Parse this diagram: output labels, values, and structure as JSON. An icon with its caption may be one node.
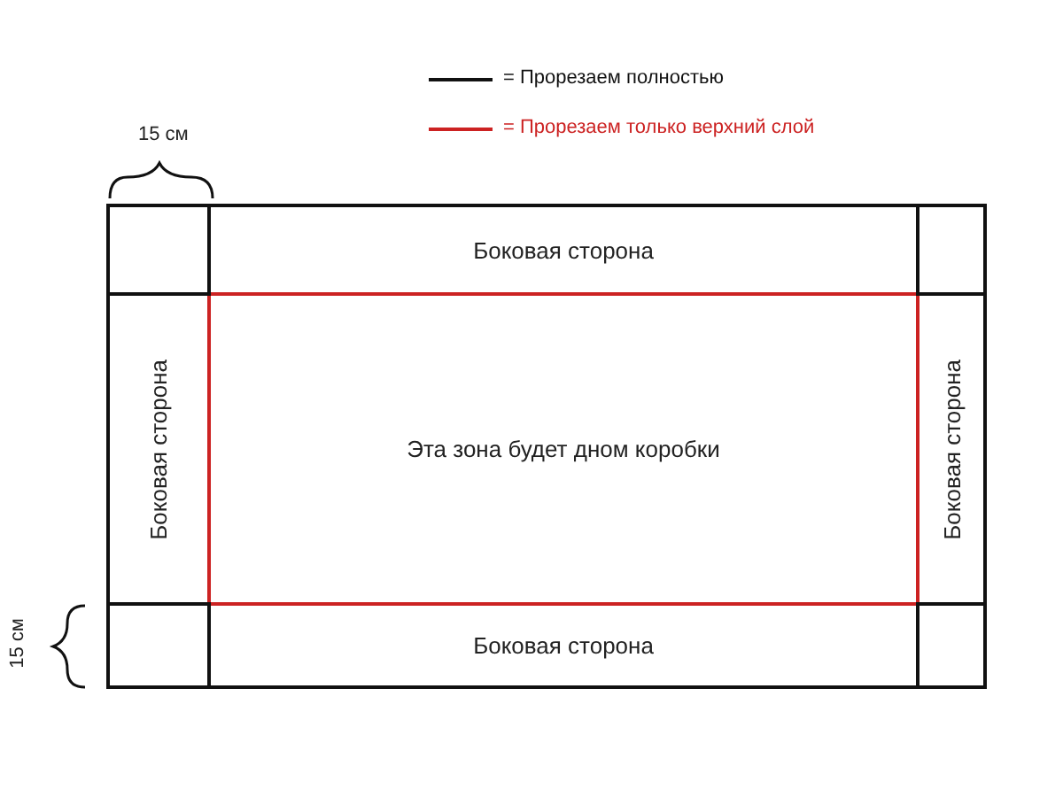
{
  "diagram": {
    "nodes": [
      {
        "text": [],
        "shape": "box"
      },
      {
        "text": [
          "Боковая сторона"
        ]
      },
      {
        "text": [],
        "shape": "box"
      },
      {
        "text": [
          "Боковая сторона"
        ]
      },
      {
        "text": [
          "Эта зона будет дном коробки"
        ]
      },
      {
        "text": [
          "Боковая сторона"
        ]
      },
      {
        "text": [],
        "shape": "box"
      },
      {
        "text": [
          "Боковая сторона"
        ]
      },
      {
        "text": [],
        "shape": "box"
      }
    ],
    "labels": [
      "15 см",
      "15 см"
    ],
    "legend": [
      {
        "text": "= Прорезаем полностью"
      },
      {
        "text": "= Прорезаем только верхний слой"
      }
    ]
  }
}
